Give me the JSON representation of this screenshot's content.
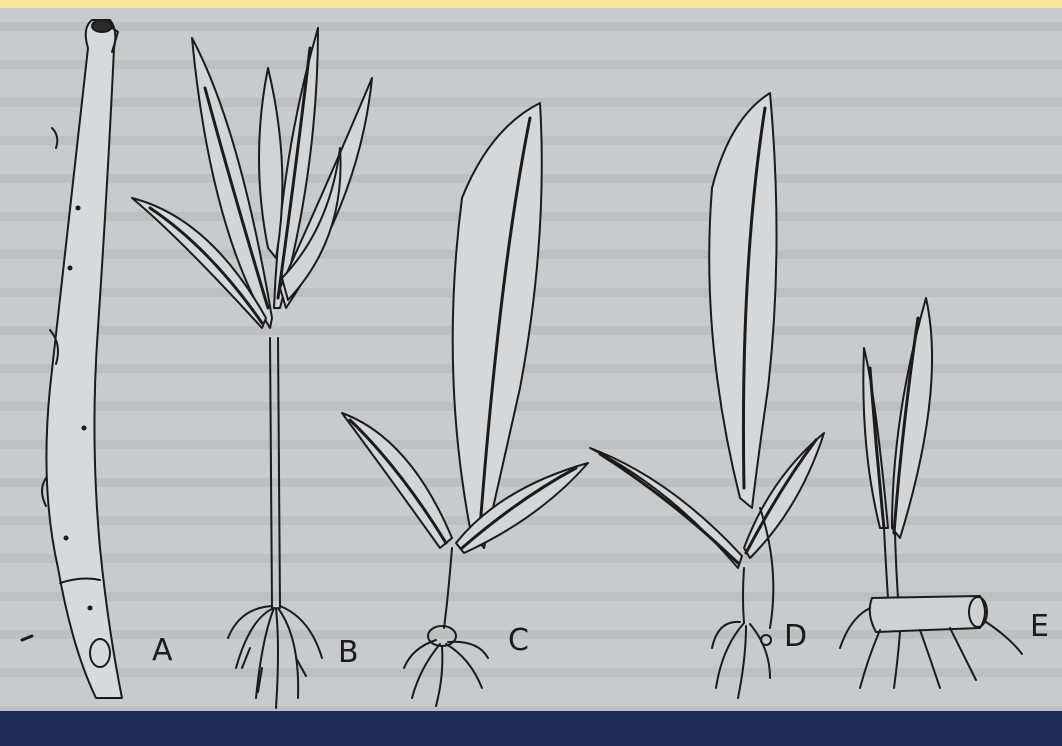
{
  "figure": {
    "panels": [
      {
        "id": "stem-cutting",
        "label": "A"
      },
      {
        "id": "sprouted-cutting",
        "label": "B"
      },
      {
        "id": "rooted-seedling-c",
        "label": "C"
      },
      {
        "id": "rooted-seedling-d",
        "label": "D"
      },
      {
        "id": "rhizome-shoot",
        "label": "E"
      }
    ]
  },
  "colors": {
    "top_band": "#f6e79a",
    "plate_background": "#c9cacc",
    "frame_band": "#1f2b56",
    "ink": "#1b1b1b"
  }
}
